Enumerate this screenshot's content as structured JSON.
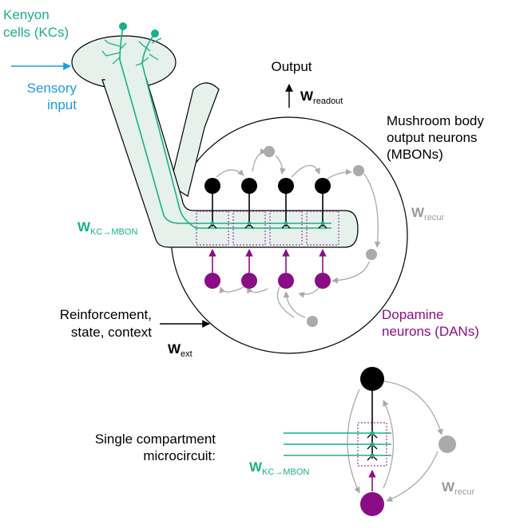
{
  "colors": {
    "kc": "#1aaf8b",
    "sensory": "#1e9be0",
    "dan": "#8a0d87",
    "mbon": "#000000",
    "recur": "#aaaaaa",
    "body_fill": "#e6f1ec",
    "compartment": "#9b3f9b"
  },
  "labels": {
    "kc_line1": "Kenyon",
    "kc_line2": "cells (KCs)",
    "sensory_line1": "Sensory",
    "sensory_line2": "input",
    "output": "Output",
    "w_readout_main": "W",
    "w_readout_sub": "readout",
    "mbon_line1": "Mushroom body",
    "mbon_line2": "output neurons",
    "mbon_line3": "(MBONs)",
    "w_recur_main": "W",
    "w_recur_sub": "recur",
    "w_kc_main": "W",
    "w_kc_sub": "KC→MBON",
    "reinf_line1": "Reinforcement,",
    "reinf_line2": "state, context",
    "w_ext_main": "W",
    "w_ext_sub": "ext",
    "dan_line1": "Dopamine",
    "dan_line2": "neurons (DANs)",
    "single_line1": "Single compartment",
    "single_line2": "microcircuit:",
    "w_kc2_main": "W",
    "w_kc2_sub": "KC→MBON",
    "w_recur2_main": "W",
    "w_recur2_sub": "recur"
  },
  "neurons": {
    "mbon_count": 4,
    "dan_count": 4,
    "recur_count": 5
  }
}
